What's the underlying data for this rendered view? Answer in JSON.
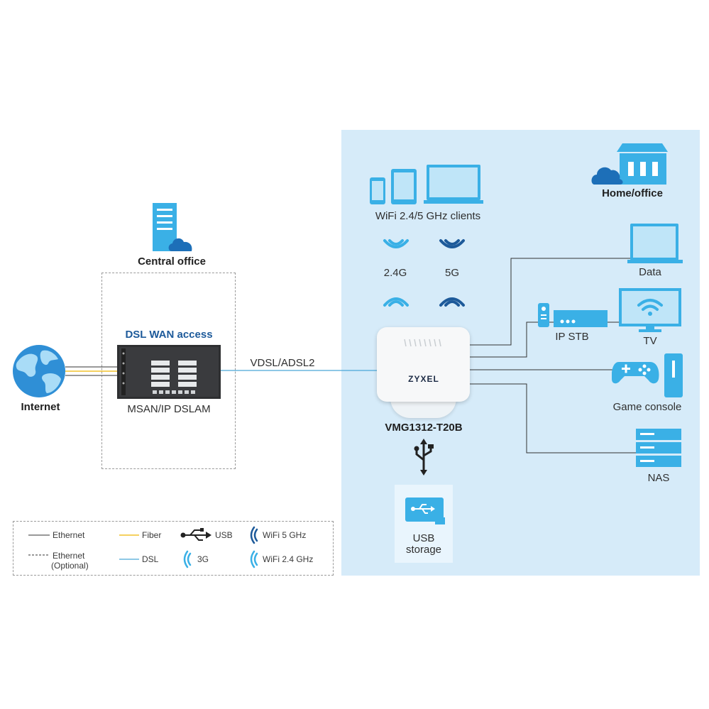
{
  "labels": {
    "home_office": "Home/office",
    "central_office": "Central office",
    "dsl_wan_access": "DSL WAN access",
    "msan": "MSAN/IP DSLAM",
    "internet": "Internet",
    "vdsl": "VDSL/ADSL2",
    "wifi_clients": "WiFi 2.4/5 GHz clients",
    "band_24": "2.4G",
    "band_5": "5G",
    "router_model": "VMG1312-T20B",
    "router_brand": "ZYXEL",
    "usb_storage_line1": "USB",
    "usb_storage_line2": "storage",
    "data": "Data",
    "ip_stb": "IP STB",
    "tv": "TV",
    "game_console": "Game console",
    "nas": "NAS"
  },
  "legend": {
    "ethernet": "Ethernet",
    "ethernet_optional_1": "Ethernet",
    "ethernet_optional_2": "(Optional)",
    "fiber": "Fiber",
    "dsl": "DSL",
    "usb": "USB",
    "g3": "3G",
    "wifi5": "WiFi 5 GHz",
    "wifi24": "WiFi 2.4 GHz"
  },
  "colors": {
    "panel": "#d6ebf9",
    "device_blue": "#3ab0e6",
    "dark_blue": "#1d5a9a",
    "fiber": "#f2c22c",
    "dsl": "#4aa7d8",
    "ethernet": "#333333"
  }
}
